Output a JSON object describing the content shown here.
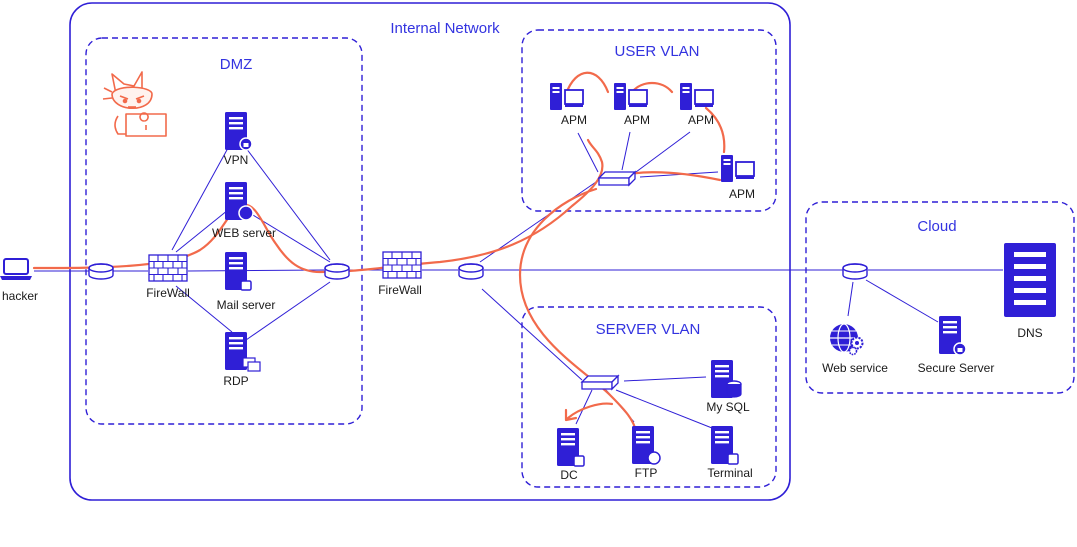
{
  "colors": {
    "primary": "#2f1fd6",
    "attack_path": "#f26a4b",
    "text": "#1a1a1a",
    "zone_label": "#3333e0"
  },
  "zones": {
    "internal": "Internal Network",
    "dmz": "DMZ",
    "user_vlan": "USER VLAN",
    "server_vlan": "SERVER VLAN",
    "cloud": "Cloud"
  },
  "nodes": {
    "hacker": "hacker",
    "firewall_outer": "FireWall",
    "firewall_inner": "FireWall",
    "vpn": "VPN",
    "web_server": "WEB server",
    "mail_server": "Mail server",
    "rdp": "RDP",
    "apm_1": "APM",
    "apm_2": "APM",
    "apm_3": "APM",
    "apm_4": "APM",
    "my_sql": "My SQL",
    "dc": "DC",
    "ftp": "FTP",
    "terminal": "Terminal",
    "web_service": "Web service",
    "secure_server": "Secure Server",
    "dns": "DNS"
  },
  "icons": {
    "attacker": "hacker-cat-with-laptop-icon",
    "laptop": "laptop-icon",
    "server": "server-tower-icon",
    "router": "router-icon",
    "switch": "network-switch-icon",
    "firewall": "brick-firewall-icon",
    "globe": "globe-gear-icon",
    "dns": "dns-rack-icon"
  }
}
